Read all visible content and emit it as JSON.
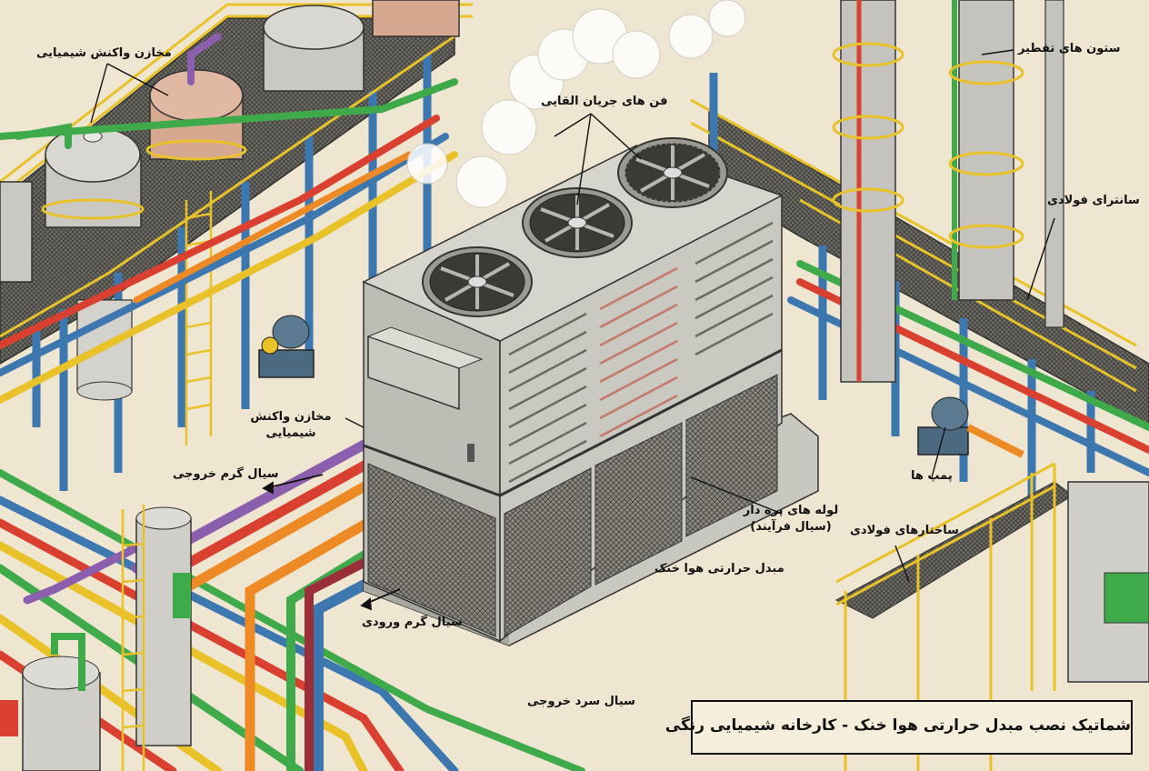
{
  "title": "شماتیک نصب مبدل حرارتی هوا خنک - کارخانه شیمیایی رنگی",
  "labels": {
    "tanks_top": "مخازن واکنش شیمیایی",
    "fans": "فن های جریان القایی",
    "columns": "ستون های تقطیر",
    "steel_racks": "سانترای فولادی",
    "tanks_left_1": "مخازن واکنش",
    "tanks_left_2": "شیمیایی",
    "hot_outlet": "سیال گرم خروجی",
    "pumps": "پمپ ها",
    "finned_tubes_1": "لوله های پره دار",
    "finned_tubes_2": "(سیال فرآیند)",
    "steel_structures": "ساختارهای فولادی",
    "exchanger": "مبدل حرارتی هوا خنک",
    "hot_inlet": "سیال گرم ورودی",
    "cold_outlet": "سیال سرد خروجی"
  },
  "colors": {
    "background": "#efe6d2",
    "steel_blue": "#3d77b0",
    "pipe_green": "#3faa4a",
    "pipe_red": "#d9402f",
    "pipe_orange": "#ee8a25",
    "pipe_yellow": "#e8c228",
    "pipe_purple": "#8b5fae",
    "pipe_maroon": "#9c2e3a",
    "unit_grey": "#bdbcb4"
  },
  "icons": [
    "fan-icon",
    "pump-icon",
    "tank-icon",
    "column-icon",
    "ladder-icon",
    "flow-arrow-icon"
  ]
}
